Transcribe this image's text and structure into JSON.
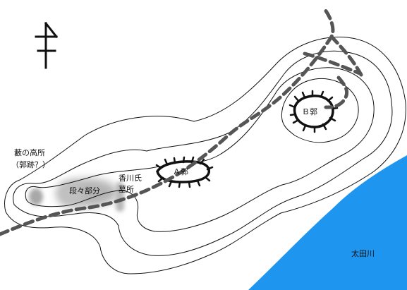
{
  "labels": {
    "yabu_no_takadokoro_line1": "藪の高所",
    "yabu_no_takadokoro_line2": "（郭跡？）",
    "dandan_bubun": "段々部分",
    "kagawa_grave_line1": "香川氏",
    "kagawa_grave_line2": "墓所",
    "a_kuruwa": "Ａ郭",
    "b_kuruwa": "Ｂ郭",
    "ota_river": "太田川"
  },
  "colors": {
    "river": "#1e96f0",
    "contour": "#111111",
    "path": "#555555",
    "shading": "#b0b0b0"
  },
  "icons": {
    "north_arrow": "north-arrow-icon"
  }
}
